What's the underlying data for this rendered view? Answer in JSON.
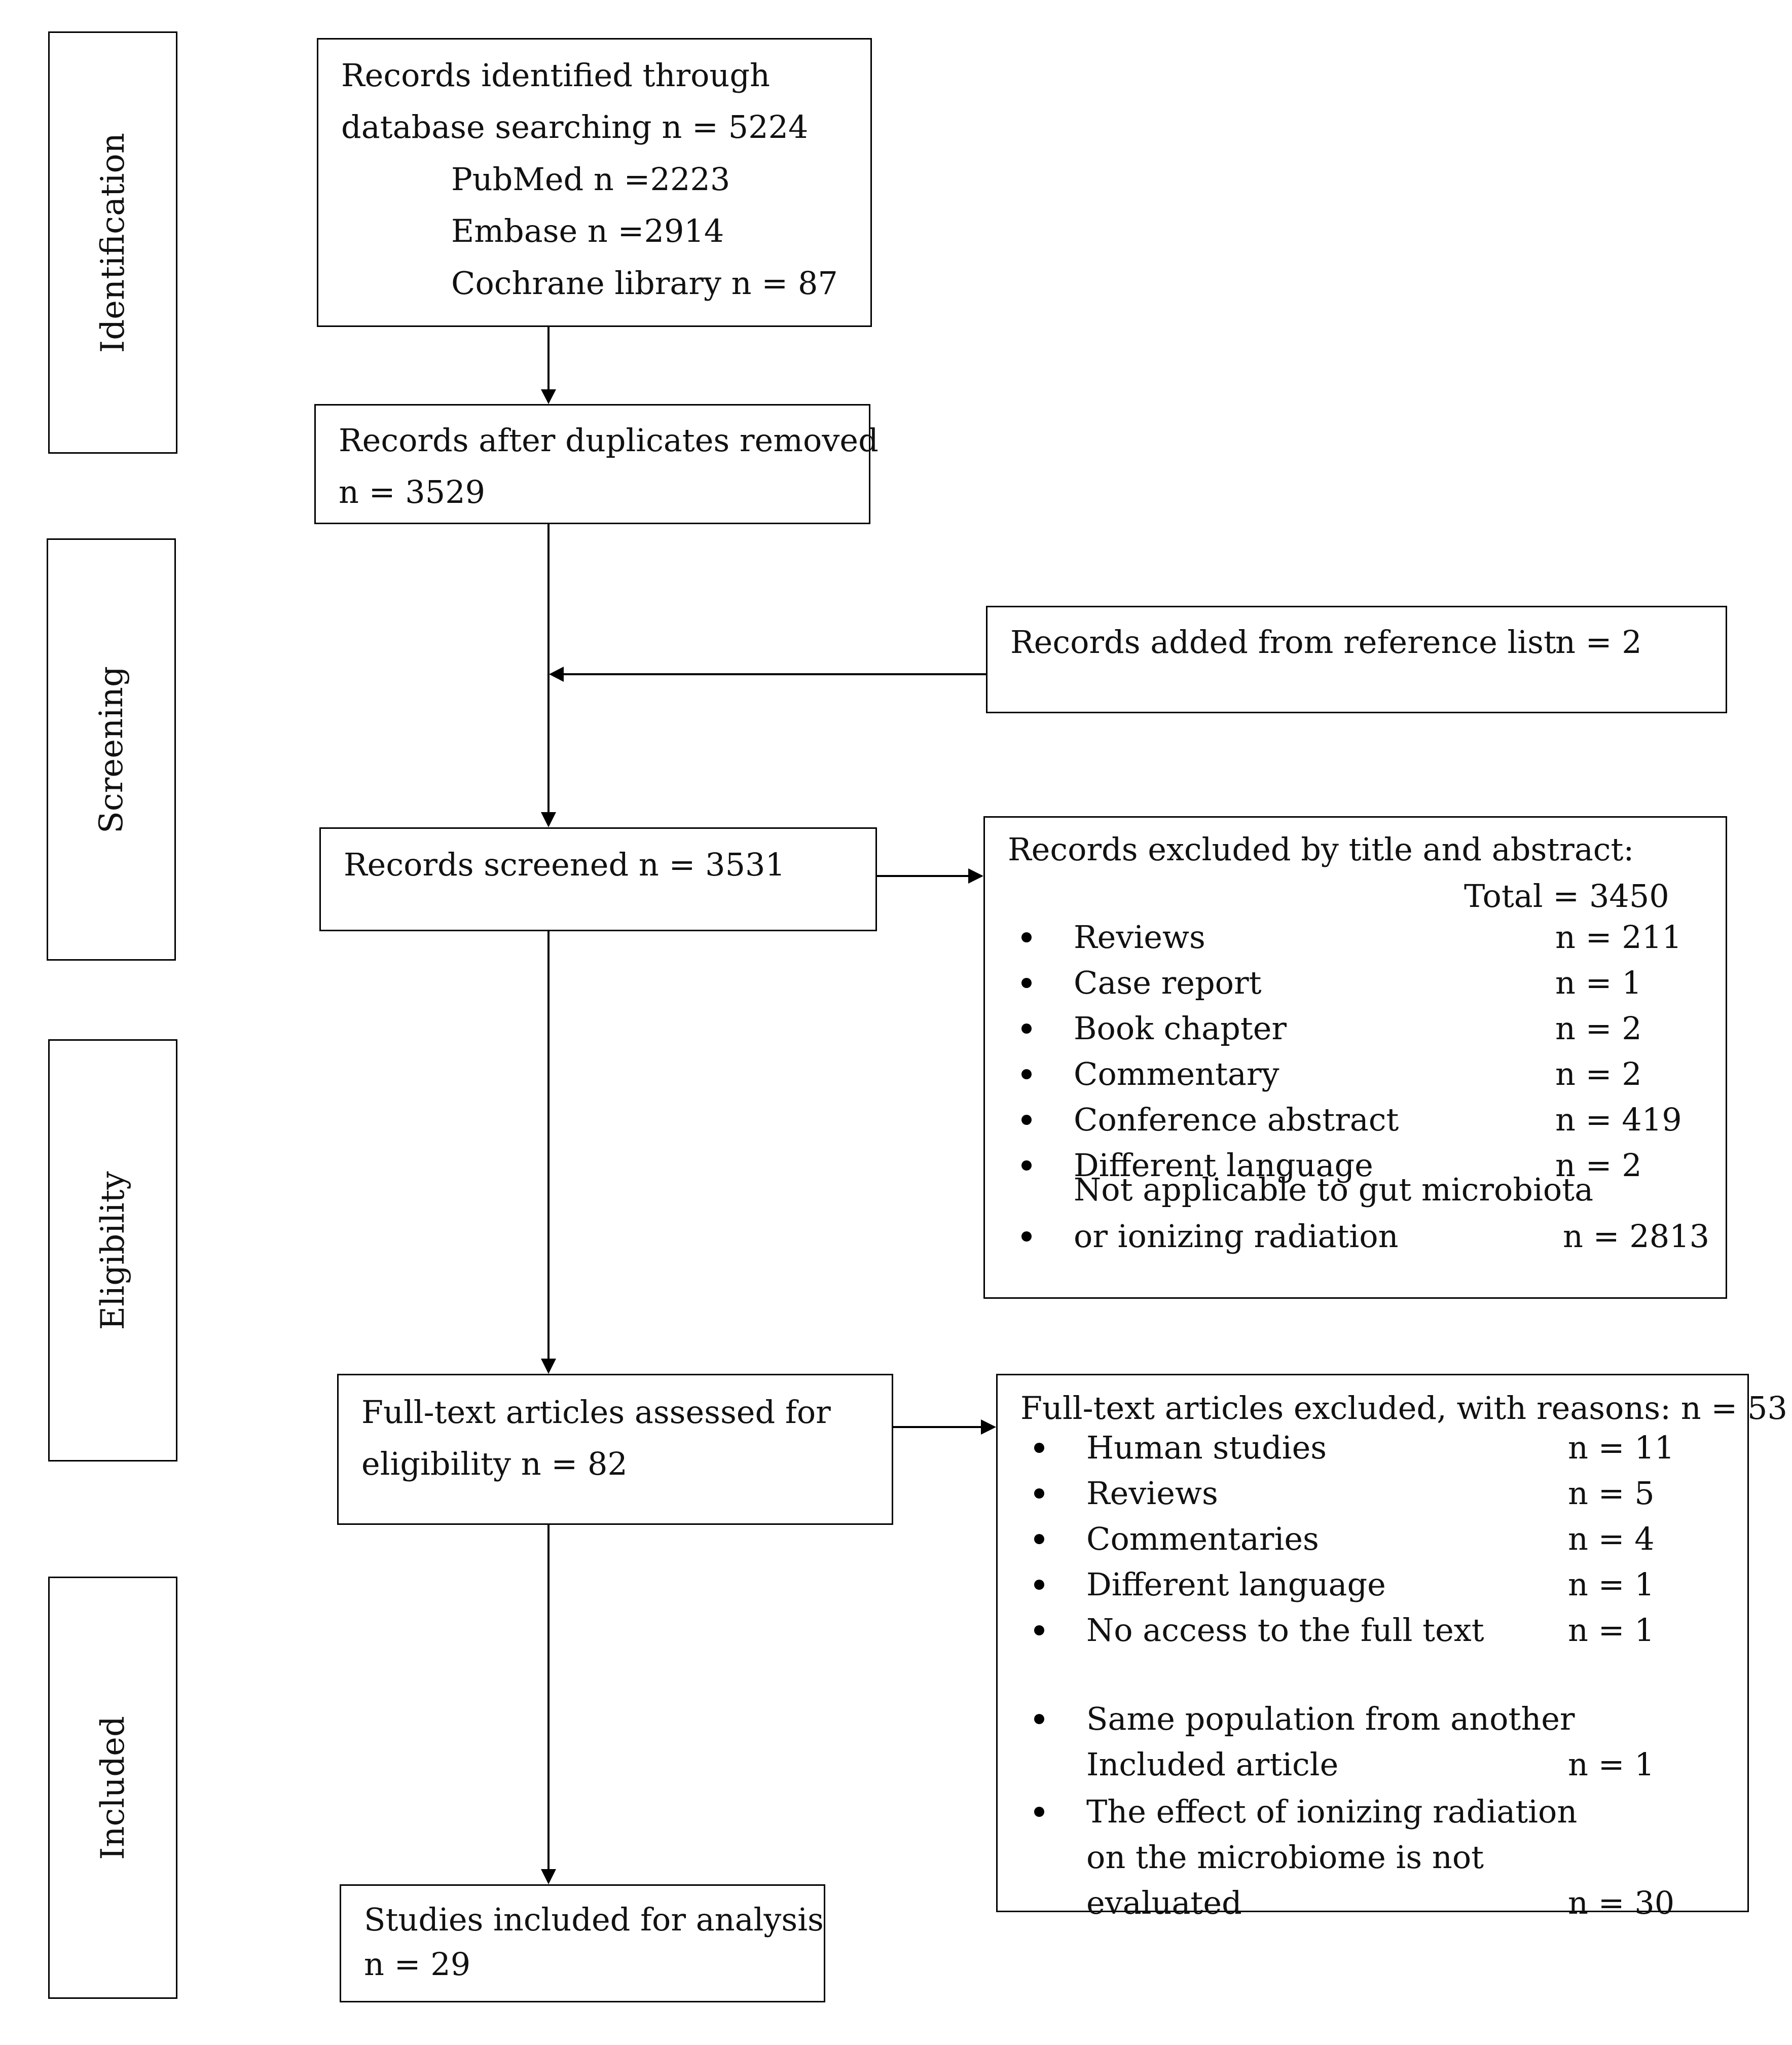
{
  "stages": {
    "identification": "Identification",
    "screening": "Screening",
    "eligibility": "Eligibility",
    "included": "Included"
  },
  "identified": {
    "line1": "Records identified through",
    "line2": "database searching n = 5224",
    "sources": [
      "PubMed n =2223",
      "Embase n =2914",
      "Cochrane library n = 87"
    ]
  },
  "duplicates_removed": {
    "line1": "Records after duplicates removed",
    "line2": "n = 3529"
  },
  "reference_list": {
    "label": "Records added from reference list",
    "count": "n = 2"
  },
  "screened": {
    "label": "Records screened n = 3531"
  },
  "excluded_title_abstract": {
    "heading": "Records excluded by title and abstract:",
    "total": "Total = 3450",
    "items": [
      {
        "label": "Reviews",
        "count": "n = 211"
      },
      {
        "label": "Case report",
        "count": "n = 1"
      },
      {
        "label": "Book chapter",
        "count": "n = 2"
      },
      {
        "label": "Commentary",
        "count": "n = 2"
      },
      {
        "label": "Conference abstract",
        "count": "n = 419"
      },
      {
        "label": "Different language",
        "count": "n = 2"
      }
    ],
    "last_item": {
      "line1": "Not applicable to gut microbiota",
      "line2": "or ionizing radiation",
      "count": "n = 2813"
    }
  },
  "full_text_assessed": {
    "line1": "Full-text articles assessed for",
    "line2": "eligibility n = 82"
  },
  "full_text_excluded": {
    "heading": "Full-text articles excluded, with reasons: n = 53",
    "items": [
      {
        "label": "Human studies",
        "count": "n = 11"
      },
      {
        "label": "Reviews",
        "count": "n = 5"
      },
      {
        "label": "Commentaries",
        "count": "n = 4"
      },
      {
        "label": "Different language",
        "count": "n = 1"
      },
      {
        "label": "No access to the full text",
        "count": "n = 1"
      }
    ],
    "same_population": {
      "line1": "Same population from another",
      "line2": "Included article",
      "count": "n = 1"
    },
    "not_evaluated": {
      "line1": "The effect of ionizing radiation",
      "line2": "on the microbiome is not",
      "line3": "evaluated",
      "count": "n = 30"
    }
  },
  "included": {
    "line1": "Studies included for analysis",
    "line2": "n = 29"
  }
}
